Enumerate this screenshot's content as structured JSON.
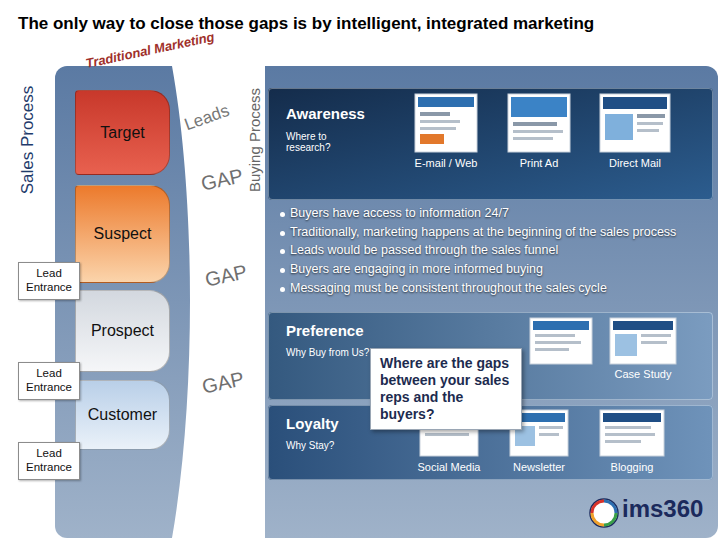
{
  "diagram": {
    "title": "The only way to close those gaps is by intelligent, integrated marketing",
    "nodes": [
      {
        "text": [
          "Target"
        ]
      },
      {
        "text": [
          "Suspect"
        ]
      },
      {
        "text": [
          "Prospect"
        ]
      },
      {
        "text": [
          "Customer"
        ]
      },
      {
        "text": [
          "Lead Entrance"
        ]
      },
      {
        "text": [
          "Lead Entrance"
        ]
      },
      {
        "text": [
          "Lead Entrance"
        ]
      },
      {
        "text": [
          "Awareness",
          "Where to research?"
        ]
      },
      {
        "text": [
          "Preference",
          "Why Buy from Us?"
        ]
      },
      {
        "text": [
          "Loyalty",
          "Why Stay?"
        ]
      },
      {
        "text": [
          "Where are the gaps between your sales reps and the buyers?"
        ]
      }
    ],
    "labels": [
      "Traditional Marketing",
      "Sales Process",
      "Buying Process",
      "Leads",
      "GAP",
      "GAP",
      "GAP",
      "E-mail / Web",
      "Print Ad",
      "Direct Mail",
      "Buyers have access to information 24/7",
      "Traditionally, marketing happens at the beginning of the sales process",
      "Leads would be passed through the sales funnel",
      "Buyers are engaging in more informed buying",
      "Messaging must be consistent throughout the sales cycle",
      "Case Study",
      "Social Media",
      "Newsletter",
      "Blogging",
      "ims360"
    ]
  }
}
